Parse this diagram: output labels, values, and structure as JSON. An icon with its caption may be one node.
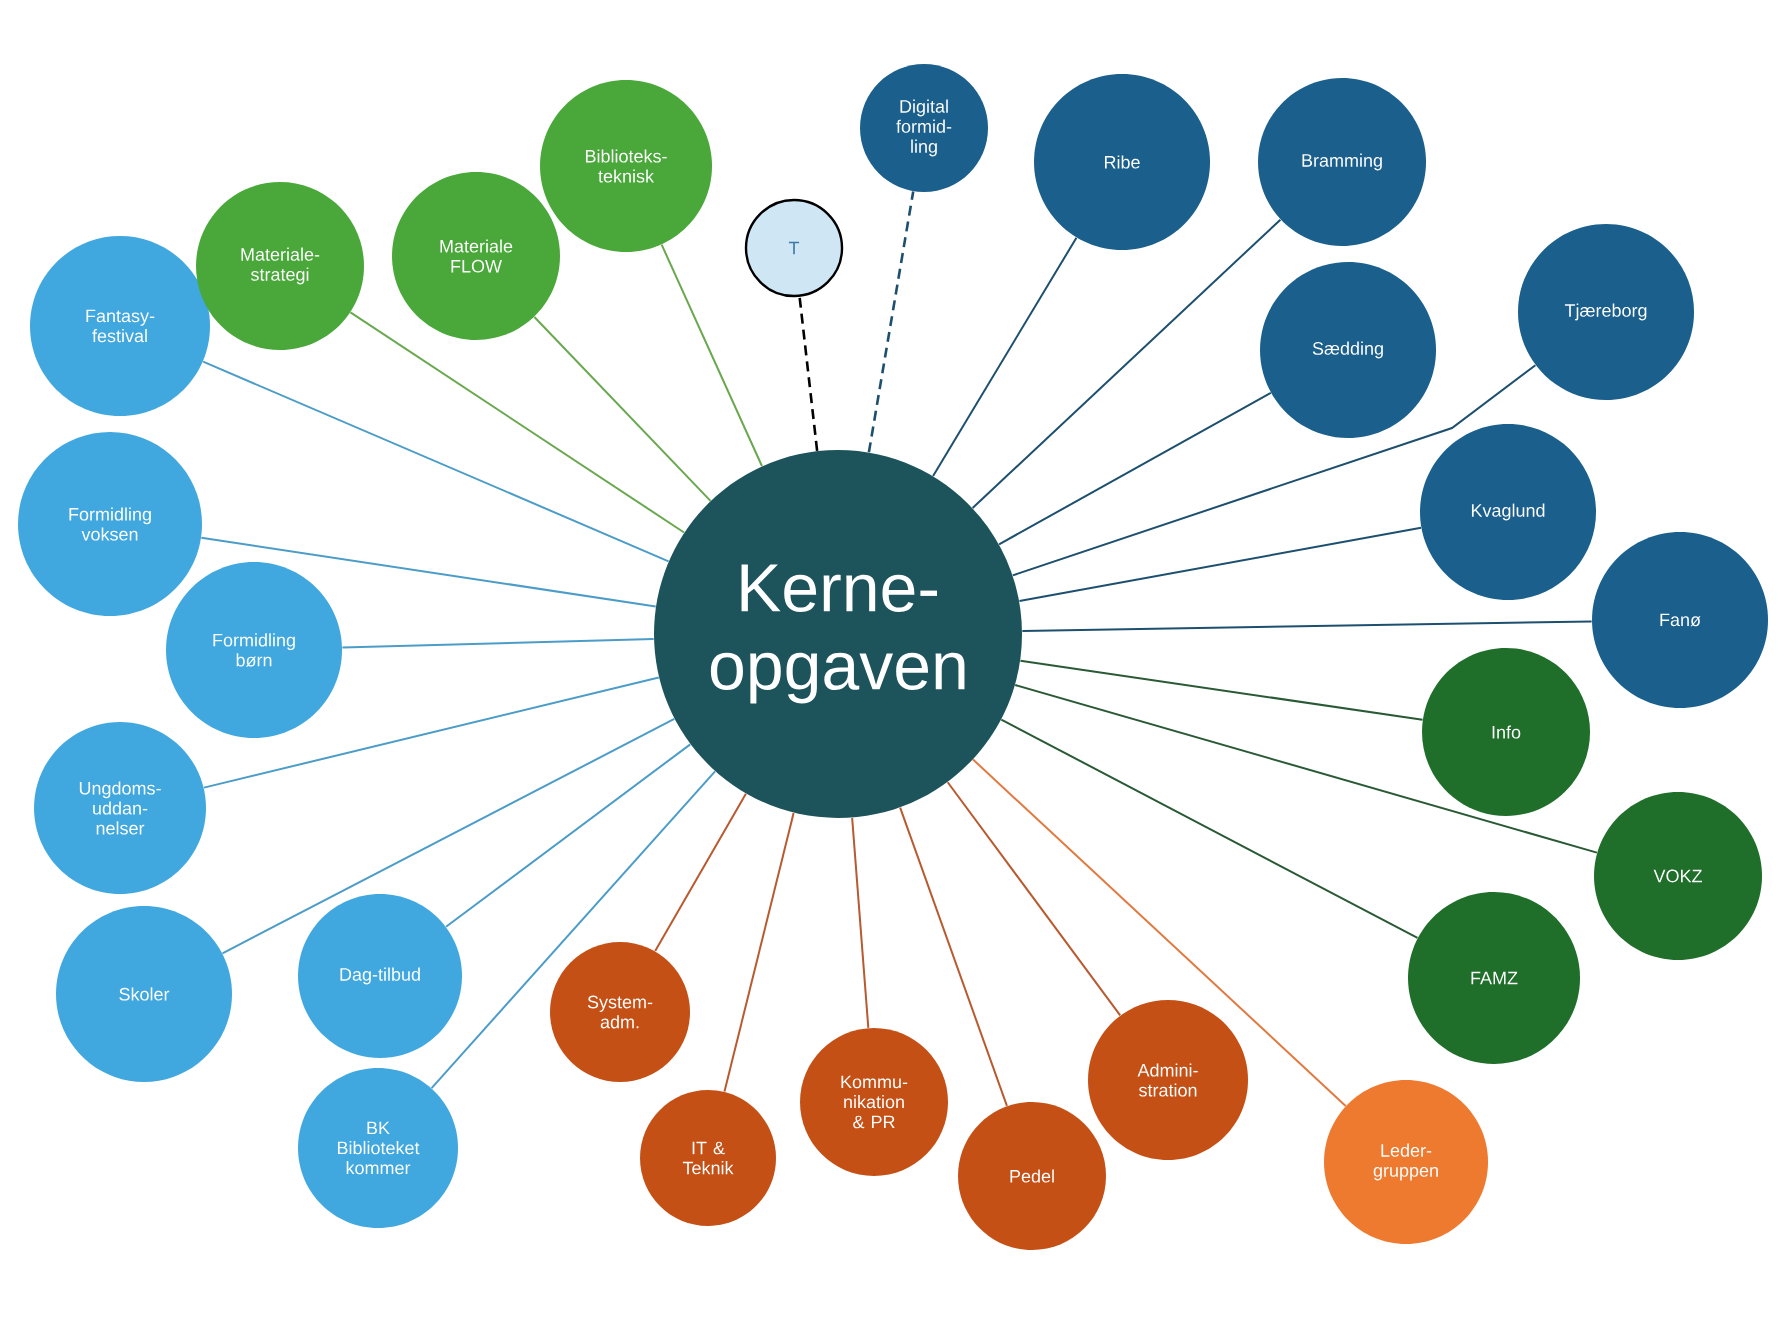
{
  "diagram": {
    "nodes": [
      {
        "text": [
          "Kerne-opgaven"
        ]
      },
      {
        "text": [
          "Fantasy-festival"
        ]
      },
      {
        "text": [
          "Formidling voksen"
        ]
      },
      {
        "text": [
          "Formidling børn"
        ]
      },
      {
        "text": [
          "Ungdoms-uddan-nelser"
        ]
      },
      {
        "text": [
          "Skoler"
        ]
      },
      {
        "text": [
          "Dag-tilbud"
        ]
      },
      {
        "text": [
          "BK",
          "Biblioteket kommer"
        ]
      },
      {
        "text": [
          "Materiale-strategi"
        ]
      },
      {
        "text": [
          "Materiale FLOW"
        ]
      },
      {
        "text": [
          "Biblioteks-teknisk"
        ]
      },
      {
        "text": [
          "T"
        ]
      },
      {
        "text": [
          "Digital formid-ling"
        ]
      },
      {
        "text": [
          "Ribe"
        ]
      },
      {
        "text": [
          "Bramming"
        ]
      },
      {
        "text": [
          "Sædding"
        ]
      },
      {
        "text": [
          "Tjæreborg"
        ]
      },
      {
        "text": [
          "Kvaglund"
        ]
      },
      {
        "text": [
          "Fanø"
        ]
      },
      {
        "text": [
          "Info"
        ]
      },
      {
        "text": [
          "VOKZ"
        ]
      },
      {
        "text": [
          "FAMZ"
        ]
      },
      {
        "text": [
          "System-adm."
        ]
      },
      {
        "text": [
          "IT & Teknik"
        ]
      },
      {
        "text": [
          "Kommu-nikation & PR"
        ]
      },
      {
        "text": [
          "Pedel"
        ]
      },
      {
        "text": [
          "Admini-stration"
        ]
      },
      {
        "text": [
          "Leder-gruppen"
        ]
      }
    ],
    "edges": [
      {
        "from": 0,
        "to": 1,
        "arrow": "none",
        "color": "#4c9cc8"
      },
      {
        "from": 0,
        "to": 2,
        "arrow": "none",
        "color": "#4c9cc8"
      },
      {
        "from": 0,
        "to": 3,
        "arrow": "none",
        "color": "#4c9cc8"
      },
      {
        "from": 0,
        "to": 4,
        "arrow": "none",
        "color": "#4c9cc8"
      },
      {
        "from": 0,
        "to": 5,
        "arrow": "none",
        "color": "#4c9cc8"
      },
      {
        "from": 0,
        "to": 6,
        "arrow": "none",
        "color": "#4c9cc8"
      },
      {
        "from": 0,
        "to": 7,
        "arrow": "none",
        "color": "#4c9cc8"
      },
      {
        "from": 0,
        "to": 8,
        "arrow": "none",
        "color": "#6aa84f"
      },
      {
        "from": 0,
        "to": 9,
        "arrow": "none",
        "color": "#6aa84f"
      },
      {
        "from": 0,
        "to": 10,
        "arrow": "none",
        "color": "#6aa84f"
      },
      {
        "from": 0,
        "to": 11,
        "arrow": "none",
        "style": "dashed",
        "color": "#000000"
      },
      {
        "from": 0,
        "to": 12,
        "arrow": "none",
        "style": "dashed",
        "color": "#1d4f6e"
      },
      {
        "from": 0,
        "to": 13,
        "arrow": "none",
        "color": "#1d4f6e"
      },
      {
        "from": 0,
        "to": 14,
        "arrow": "none",
        "color": "#1d4f6e"
      },
      {
        "from": 0,
        "to": 15,
        "arrow": "none",
        "color": "#1d4f6e"
      },
      {
        "from": 0,
        "to": 16,
        "arrow": "none",
        "color": "#1d4f6e"
      },
      {
        "from": 0,
        "to": 17,
        "arrow": "none",
        "color": "#1d4f6e"
      },
      {
        "from": 0,
        "to": 18,
        "arrow": "none",
        "color": "#1d4f6e"
      },
      {
        "from": 0,
        "to": 19,
        "arrow": "none",
        "color": "#2a5a35"
      },
      {
        "from": 0,
        "to": 20,
        "arrow": "none",
        "color": "#2a5a35"
      },
      {
        "from": 0,
        "to": 21,
        "arrow": "none",
        "color": "#2a5a35"
      },
      {
        "from": 0,
        "to": 22,
        "arrow": "none",
        "color": "#b85a30"
      },
      {
        "from": 0,
        "to": 23,
        "arrow": "none",
        "color": "#b85a30"
      },
      {
        "from": 0,
        "to": 24,
        "arrow": "none",
        "color": "#b85a30"
      },
      {
        "from": 0,
        "to": 25,
        "arrow": "none",
        "color": "#b85a30"
      },
      {
        "from": 0,
        "to": 26,
        "arrow": "none",
        "color": "#b85a30"
      },
      {
        "from": 0,
        "to": 27,
        "arrow": "none",
        "color": "#e07a40"
      }
    ]
  }
}
